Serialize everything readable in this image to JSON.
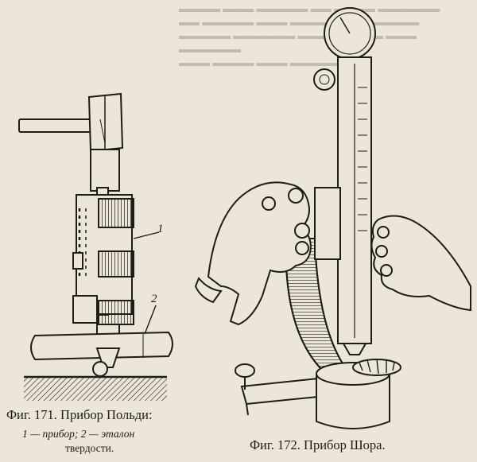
{
  "figure171": {
    "caption_title": "Фиг. 171. Прибор Польди:",
    "caption_line2": "1 — прибор; 2 — эталон",
    "caption_line3": "твердости.",
    "label_1": "1",
    "label_2": "2"
  },
  "figure172": {
    "caption_title": "Фиг. 172. Прибор Шора."
  },
  "colors": {
    "paper": "#ebe6d8",
    "ink": "#1e1c18",
    "bleed_through": "#9e9888"
  }
}
